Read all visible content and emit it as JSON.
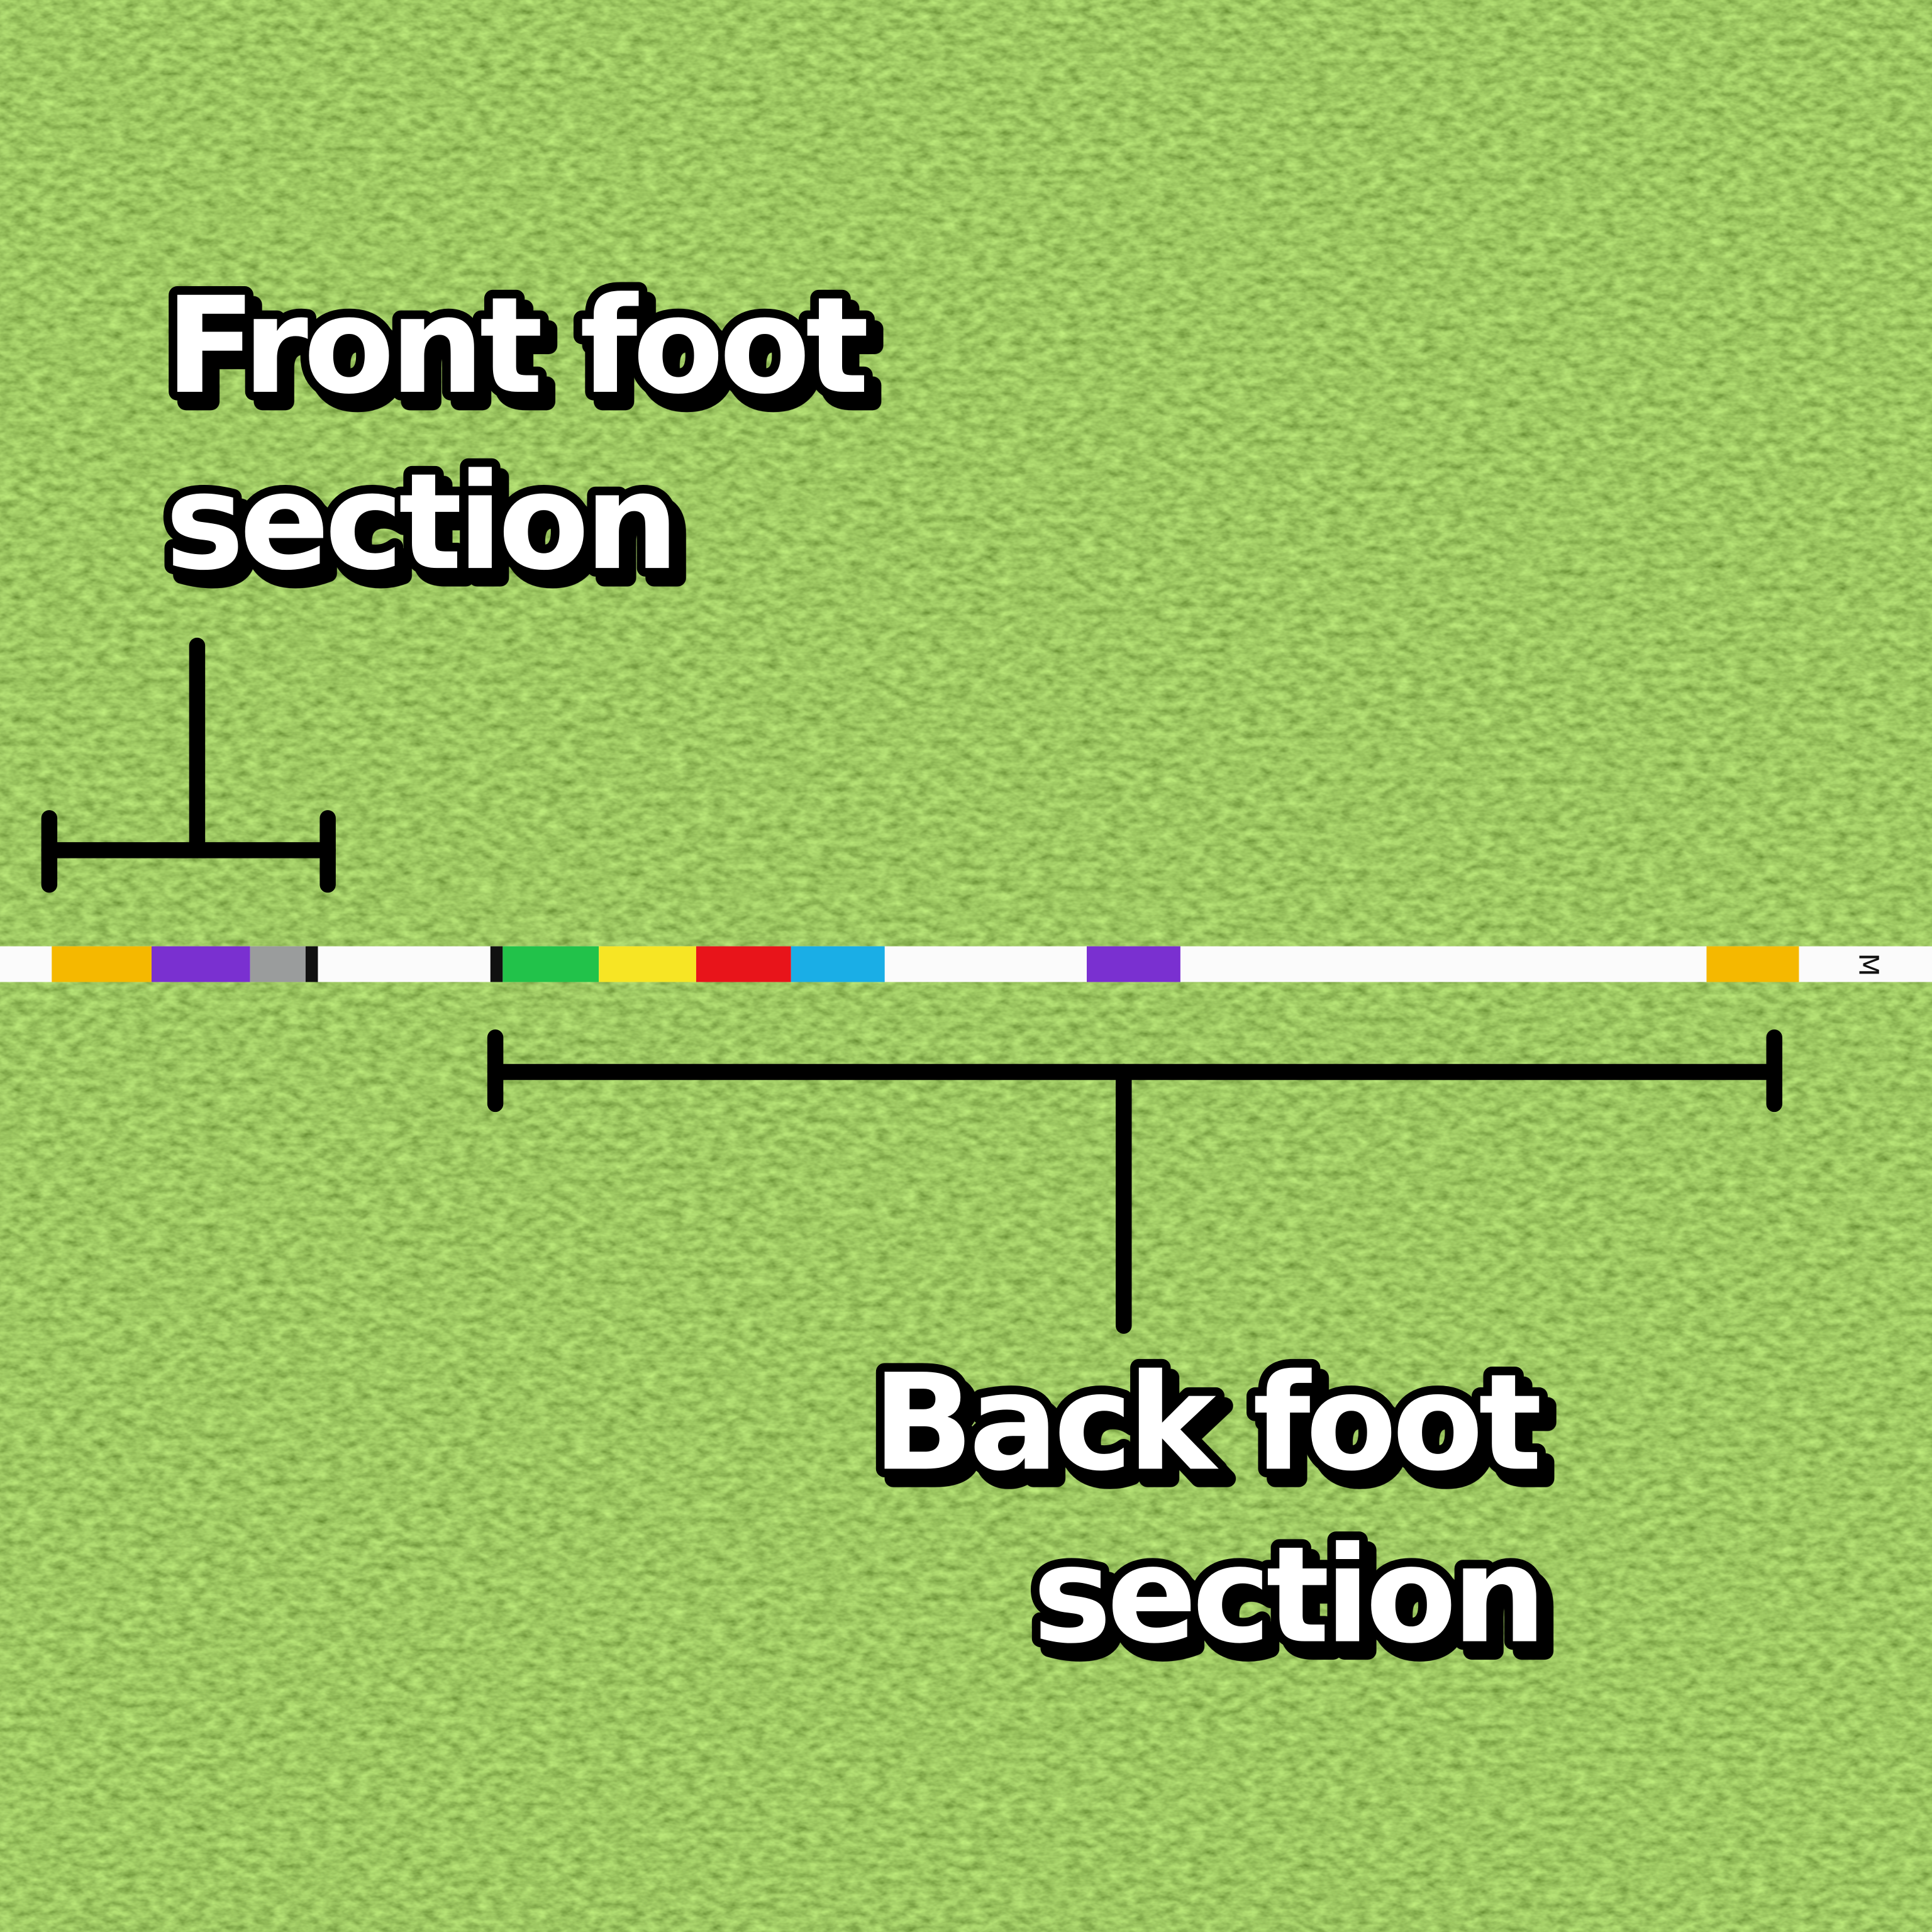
{
  "labels": {
    "front_line1": "Front foot",
    "front_line2": "section",
    "back_line1": "Back foot",
    "back_line2": "section"
  },
  "stick": {
    "end_mark": "M",
    "band_colors": {
      "yellow_orange": "#f5b800",
      "purple": "#7a30d0",
      "gray": "#9a9c9c",
      "black": "#111111",
      "green": "#22c24a",
      "yellow": "#f7e524",
      "red": "#e8141a",
      "cyan": "#1aaee6",
      "white": "#fbfbfb"
    }
  },
  "colors": {
    "grass": "#5f8a34",
    "text": "#ffffff",
    "outline": "#000000"
  }
}
